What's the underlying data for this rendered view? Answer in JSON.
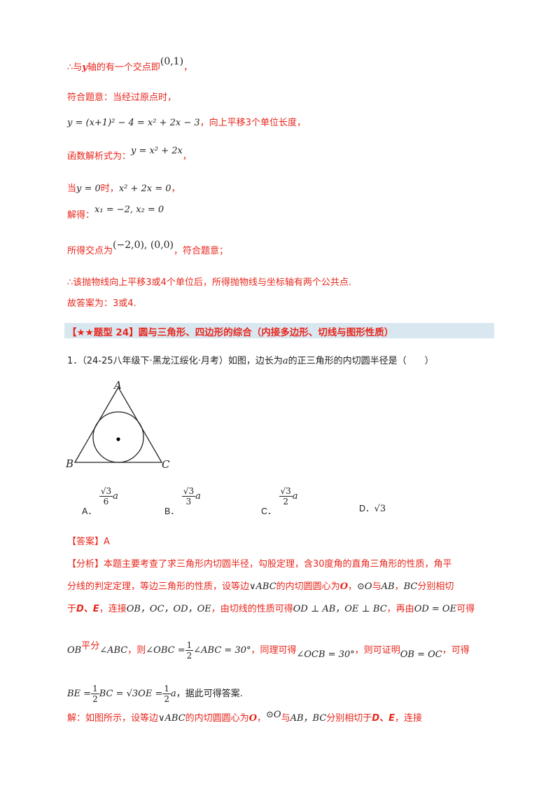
{
  "solution_top": {
    "line1": {
      "pre": "∴与",
      "var": "y",
      "post": "轴的有一个交点即",
      "point": "(0,1)",
      "end": "，"
    },
    "line2": "符合题意：当经过原点时，",
    "line3": {
      "eq": "y = (x+1)² − 4 = x² + 2x − 3",
      "post": "，向上平移3个单位长度，"
    },
    "line4": {
      "pre": "函数解析式为：",
      "eq": "y = x² + 2x",
      "post": "，"
    },
    "line5": {
      "pre": "当",
      "cond": "y = 0",
      "mid": "时，",
      "eq": "x² + 2x = 0",
      "post": "，"
    },
    "line6": {
      "pre": "解得：",
      "eq": "x₁ = −2, x₂ = 0"
    },
    "line7": {
      "pre": "所得交点为",
      "eq": "(−2,0), (0,0)",
      "post": "，符合题意；"
    },
    "line8": "∴该抛物线向上平移3或4个单位后，所得抛物线与坐标轴有两个公共点.",
    "line9": "故答案为：3或4."
  },
  "section": {
    "title": "【★★题型 24】圆与三角形、四边形的综合（内接多边形、切线与图形性质）"
  },
  "question": {
    "number": "1．",
    "source": "（24-25八年级下·黑龙江绥化·月考）",
    "stem_pre": "如图，边长为",
    "stem_var": "a",
    "stem_post": "的正三角形的内切圆半径是（　　）",
    "figure_labels": {
      "A": "A",
      "B": "B",
      "C": "C"
    },
    "options": [
      {
        "label": "A．",
        "num": "√3",
        "den": "6",
        "var": "a"
      },
      {
        "label": "B．",
        "num": "√3",
        "den": "3",
        "var": "a"
      },
      {
        "label": "C．",
        "num": "√3",
        "den": "2",
        "var": "a"
      },
      {
        "label": "D．",
        "text": "√3"
      }
    ]
  },
  "answer": {
    "label": "【答案】",
    "value": "A"
  },
  "analysis": {
    "l1": "【分析】本题主要考查了求三角形内切圆半径，勾股定理，含30度角的直角三角形的性质，角平",
    "l2a": "分线的判定定理，等边三角形的性质，设等边",
    "l2b": "∨ABC",
    "l2c": "的内切圆圆心为",
    "l2d": "O",
    "l2e": "，",
    "l2f": "⊙O",
    "l2g": "与",
    "l2h": "AB",
    "l2i": "，",
    "l2j": "BC",
    "l2k": "分别相切",
    "l3a": "于",
    "l3b": "D、E",
    "l3c": "，连接",
    "l3d": "OB，OC，OD，OE",
    "l3e": "，由切线的性质可得",
    "l3f": "OD ⊥ AB，OE ⊥ BC",
    "l3g": "，再由",
    "l3h": "OD = OE",
    "l3i": "可得",
    "l4a": "OB",
    "l4b": "平分",
    "l4c": "∠ABC",
    "l4d": "，则",
    "l4e": "∠OBC =",
    "l4f": "∠ABC = 30°",
    "l4g": "，同理可得",
    "l4h": "∠OCB = 30°",
    "l4i": "，则可证明",
    "l4j": "OB = OC",
    "l4k": "，可得",
    "l5a": "BE =",
    "l5b": "BC = √3OE =",
    "l5c": "a",
    "l5d": "，据此可得答案.",
    "half_num": "1",
    "half_den": "2"
  },
  "solution": {
    "a": "解：如图所示，设等边",
    "b": "∨ABC",
    "c": "的内切圆圆心为",
    "d": "O",
    "e": "，",
    "f": "⊙O",
    "g": "与",
    "h": "AB，BC",
    "i": "分别相切于",
    "j": "D、E",
    "k": "，连接"
  }
}
